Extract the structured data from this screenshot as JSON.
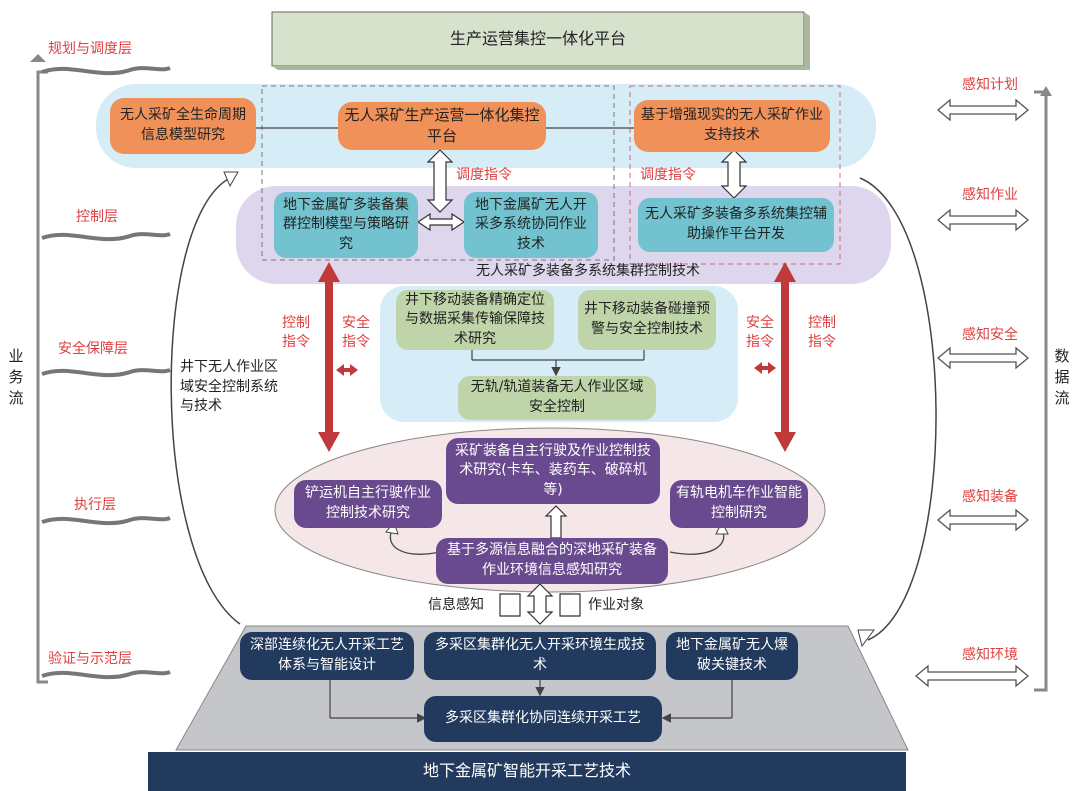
{
  "top_platform": "生产运营集控一体化平台",
  "bottom_platform": "地下金属矿智能开采工艺技术",
  "left_flow_label": "业务流",
  "right_flow_label": "数据流",
  "left_layers": [
    "规划与调度层",
    "控制层",
    "安全保障层",
    "执行层",
    "验证与示范层"
  ],
  "right_perceptions": [
    "感知计划",
    "感知作业",
    "感知安全",
    "感知装备",
    "感知环境"
  ],
  "planning": {
    "lifecycle_model": "无人采矿全生命周期信息模型研究",
    "ops_platform": "无人采矿生产运营一体化集控平台",
    "ar_support": "基于增强现实的无人采矿作业支持技术"
  },
  "dispatch_labels": [
    "调度指令",
    "调度指令"
  ],
  "control": {
    "cluster_model": "地下金属矿多装备集群控制模型与策略研究",
    "multi_system": "地下金属矿无人开采多系统协同作业技术",
    "aux_platform": "无人采矿多装备多系统集控辅助操作平台开发",
    "band_title": "无人采矿多装备多系统集群控制技术"
  },
  "safety": {
    "positioning": "井下移动装备精确定位与数据采集传输保障技术研究",
    "collision": "井下移动装备碰撞预警与安全控制技术",
    "zone": "无轨/轨道装备无人作业区域安全控制",
    "side_label": "井下无人作业区域安全控制系统与技术"
  },
  "cmd_labels": {
    "control_left": "控制指令",
    "safety_left": "安全指令",
    "safety_right": "安全指令",
    "control_right": "控制指令"
  },
  "execution": {
    "autonomous": "采矿装备自主行驶及作业控制技术研究(卡车、装药车、破碎机等)",
    "scraper": "铲运机自主行驶作业控制技术研究",
    "rail": "有轨电机车作业智能控制研究",
    "perception": "基于多源信息融合的深地采矿装备作业环境信息感知研究"
  },
  "info_labels": [
    "信息感知",
    "作业对象"
  ],
  "validation": {
    "deep_continuous": "深部连续化无人开采工艺体系与智能设计",
    "multi_area_env": "多采区集群化无人开采环境生成技术",
    "blasting": "地下金属矿无人爆破关键技术",
    "collaborative": "多采区集群化协同连续开采工艺"
  },
  "colors": {
    "orange": "#f0915a",
    "teal": "#72c3cf",
    "green": "#bfd4a8",
    "purple": "#6a4a8e",
    "navy": "#213a5e",
    "red_arrow": "#c0393b",
    "red_text": "#e04040"
  }
}
